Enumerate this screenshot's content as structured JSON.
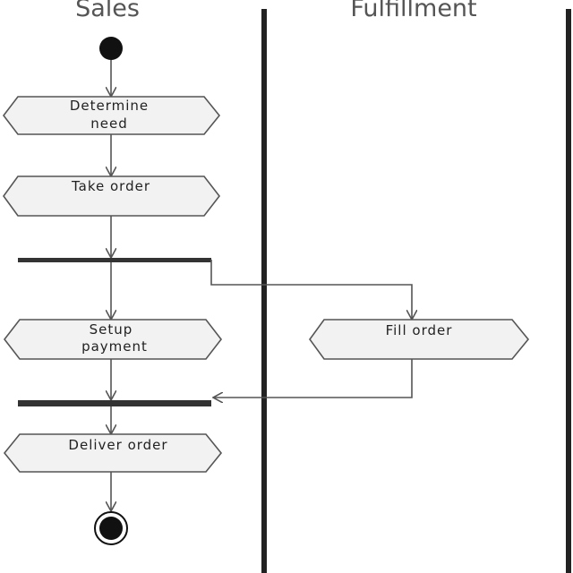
{
  "lanes": {
    "sales": "Sales",
    "fulfillment": "Fulfillment"
  },
  "activities": {
    "determine_need_line1": "Determine",
    "determine_need_line2": "need",
    "take_order": "Take order",
    "setup_payment_line1": "Setup",
    "setup_payment_line2": "payment",
    "fill_order": "Fill order",
    "deliver_order": "Deliver order"
  },
  "colors": {
    "activity_fill": "#f2f2f2",
    "line": "#555555",
    "divider": "#222222",
    "node": "#111111"
  }
}
